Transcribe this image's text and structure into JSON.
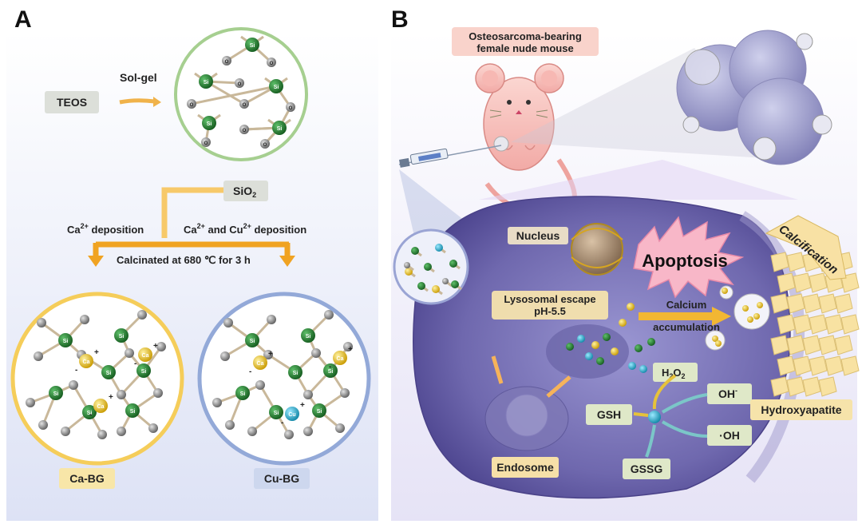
{
  "panels": {
    "a": "A",
    "b": "B"
  },
  "panel_a": {
    "precursor": "TEOS",
    "process": "Sol-gel",
    "silica_base": "SiO",
    "silica_sub": "2",
    "branch_left_base": "Ca",
    "branch_left_sup": "2+",
    "branch_left_rest": " deposition",
    "branch_right_base1": "Ca",
    "branch_right_sup1": "2+",
    "branch_right_mid": " and Cu",
    "branch_right_sup2": "2+",
    "branch_right_rest": " deposition",
    "calcination": "Calcinated at 680 ℃ for 3 h",
    "product_left": "Ca-BG",
    "product_right": "Cu-BG",
    "atom_si": "Si",
    "atom_o": "O",
    "atom_ca": "Ca",
    "atom_cu": "Cu",
    "charge_plus": "+",
    "charge_minus": "-"
  },
  "panel_b": {
    "mouse_label_line1": "Osteosarcoma-bearing",
    "mouse_label_line2": "female nude mouse",
    "nucleus": "Nucleus",
    "apoptosis": "Apoptosis",
    "calcification": "Calcification",
    "lysosomal_line1": "Lysosomal escape",
    "lysosomal_line2": "pH-5.5",
    "calcium_line1": "Calcium",
    "calcium_line2": "accumulation",
    "h2o2_base": "H",
    "h2o2_sub1": "2",
    "h2o2_mid": "O",
    "h2o2_sub2": "2",
    "oh_minus_base": "OH",
    "oh_minus_sup": "-",
    "gsh": "GSH",
    "oh_radical": "·OH",
    "hydroxyapatite": "Hydroxyapatite",
    "endosome": "Endosome",
    "gssg": "GSSG"
  },
  "colors": {
    "si_green": "#1e7a2a",
    "o_gray": "#8a8a8a",
    "ca_yellow": "#e8c010",
    "cu_cyan": "#1aa8c8",
    "ring_green": "#9cc98a",
    "ring_yellow": "#f3cc55",
    "ring_blue": "#8fa6d6",
    "arrow_orange": "#f0a020",
    "cell_purple": "#6a62a8",
    "apoptosis_pink": "#f7b3c8"
  }
}
